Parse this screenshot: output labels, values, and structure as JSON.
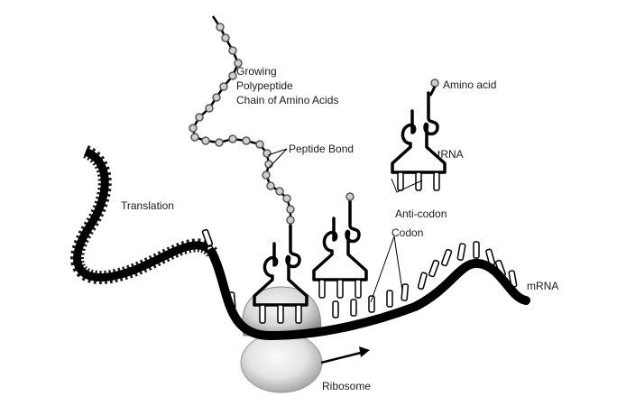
{
  "diagram": {
    "type": "biology-process",
    "subject": "Protein translation at the ribosome",
    "labels": {
      "growing_line1": "Growing",
      "growing_line2": "Polypeptide",
      "growing_line3": "Chain of Amino Acids",
      "peptide_bond": "Peptide Bond",
      "amino_acid": "Amino acid",
      "trna": "tRNA",
      "anticodon": "Anti-codon",
      "codon": "Codon",
      "translation": "Translation",
      "mrna": "mRNA",
      "ribosome": "Ribosome"
    },
    "components": [
      "mRNA strand",
      "ribosome",
      "tRNA (bound)",
      "tRNA (incoming)",
      "tRNA (free)",
      "polypeptide chain",
      "amino acid"
    ],
    "colors": {
      "ink": "#000000",
      "bead_fill": "#d0d0d0",
      "ribosome_light": "#f4f4f4",
      "ribosome_dark": "#9a9a9a",
      "text": "#1a1a1a"
    }
  }
}
